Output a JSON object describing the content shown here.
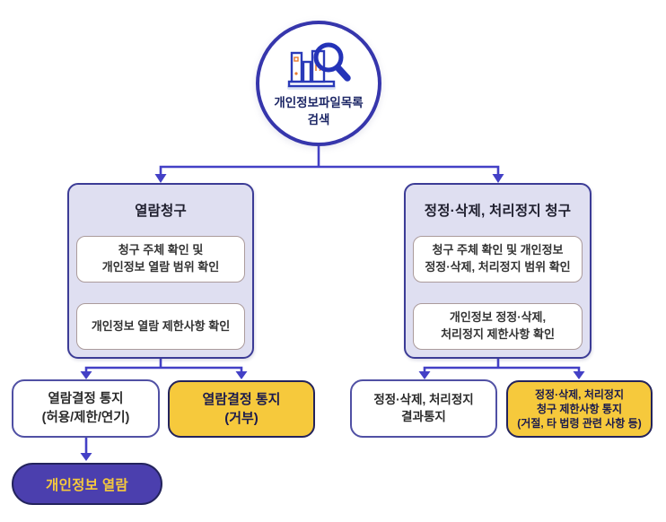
{
  "flowchart": {
    "root": {
      "label": "개인정보파일목록\n검색",
      "icon": "file-list-search-icon"
    },
    "left_branch": {
      "header": "열람청구",
      "steps": [
        "청구 주체 확인 및\n개인정보 열람 범위 확인",
        "개인정보 열람 제한사항 확인"
      ],
      "outcomes": [
        {
          "label": "열람결정 통지\n(허용/제한/연기)",
          "style": "white"
        },
        {
          "label": "열람결정 통지\n(거부)",
          "style": "yellow"
        }
      ],
      "final": "개인정보 열람"
    },
    "right_branch": {
      "header": "정정·삭제, 처리정지 청구",
      "steps": [
        "청구 주체 확인 및 개인정보\n정정·삭제, 처리정지 범위 확인",
        "개인정보 정정·삭제,\n처리정지 제한사항 확인"
      ],
      "outcomes": [
        {
          "label": "정정·삭제, 처리정지\n결과통지",
          "style": "white"
        },
        {
          "label": "정정·삭제, 처리정지\n청구 제한사항 통지\n(거절, 타 법령 관련 사항 등)",
          "style": "yellow"
        }
      ]
    },
    "colors": {
      "arrow": "#4340c6",
      "panel_fill": "#dfdff1",
      "panel_border": "#3c3c96",
      "step_border": "#ab9b9b",
      "outcome_white_border": "#5050a4",
      "highlight_yellow": "#f6c93c",
      "highlight_border": "#23235c",
      "final_fill": "#4b3fae",
      "final_text": "#f6c93c",
      "root_border": "#3636ac",
      "root_text": "#1d2766",
      "icon_blue": "#2433b8",
      "icon_orange": "#e87b30"
    }
  }
}
